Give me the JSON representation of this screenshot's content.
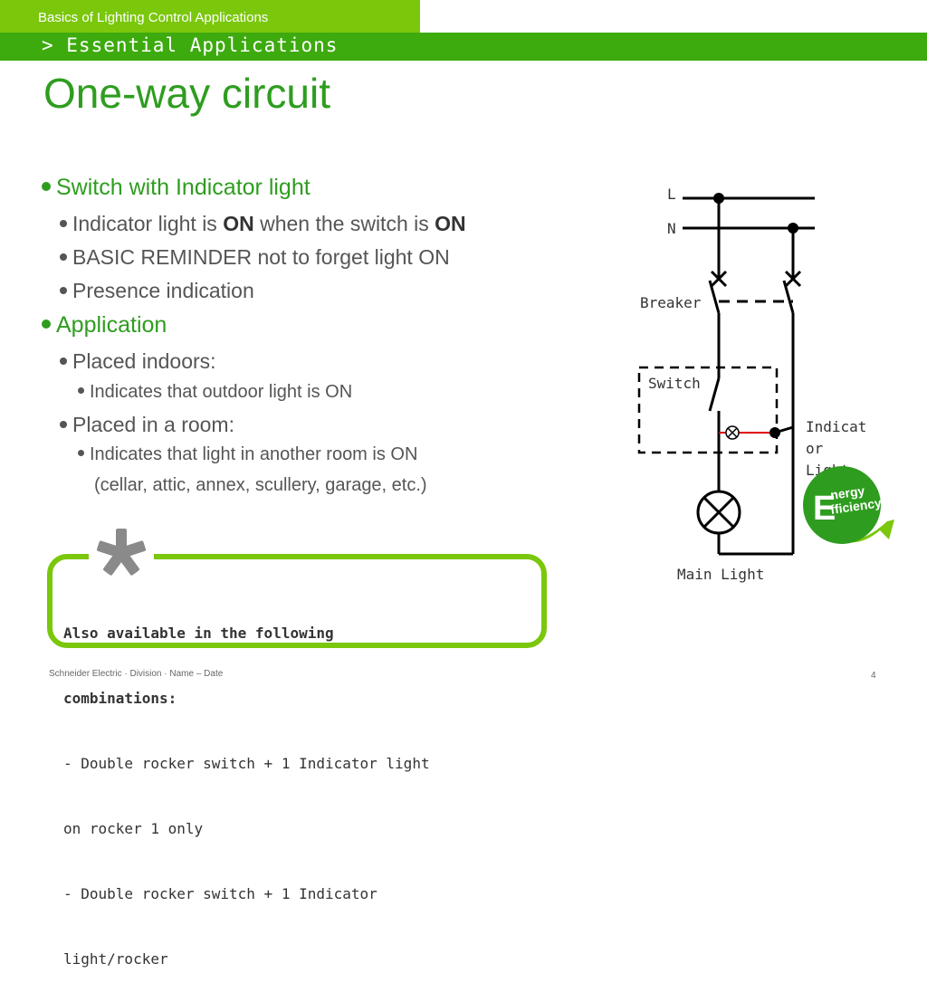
{
  "header": {
    "title": "Basics of Lighting Control Applications",
    "subtitle": "> Essential Applications"
  },
  "page_title": "One-way circuit",
  "bullets": {
    "b1": "Switch with Indicator light",
    "b1_1_pre": "Indicator light is ",
    "b1_1_on1": "ON",
    "b1_1_mid": " when the switch is ",
    "b1_1_on2": "ON",
    "b1_2": "BASIC REMINDER not to forget light ON",
    "b1_3": "Presence indication",
    "b2": "Application",
    "b2_1": "Placed indoors:",
    "b2_1_1": "Indicates that outdoor light is ON",
    "b2_2": "Placed in a room:",
    "b2_2_1": "Indicates that light in another room is ON",
    "b2_2_1_cont": "(cellar, attic, annex, scullery, garage, etc.)"
  },
  "callout": {
    "lines": [
      "Also available in the following",
      "combinations:",
      "- Double rocker switch + 1 Indicator light",
      "on rocker 1 only",
      "- Double rocker switch + 1 Indicator",
      "light/rocker"
    ],
    "icon": "star-icon"
  },
  "diagram": {
    "label_L": "L",
    "label_N": "N",
    "label_breaker": "Breaker",
    "label_switch": "Switch",
    "label_indicator_1": "Indicat",
    "label_indicator_2": "or",
    "label_indicator_3": "Light",
    "label_main_light": "Main Light",
    "wire_color": "#000000",
    "indicator_wire_color": "#e00000"
  },
  "badge": {
    "text_line1": "nergy",
    "text_line2": "fficiency",
    "letter": "E",
    "color": "#2e9d1f",
    "arrow_color": "#7ac70c"
  },
  "footer": {
    "left": "Schneider Electric · Division · Name – Date",
    "page": "4"
  }
}
